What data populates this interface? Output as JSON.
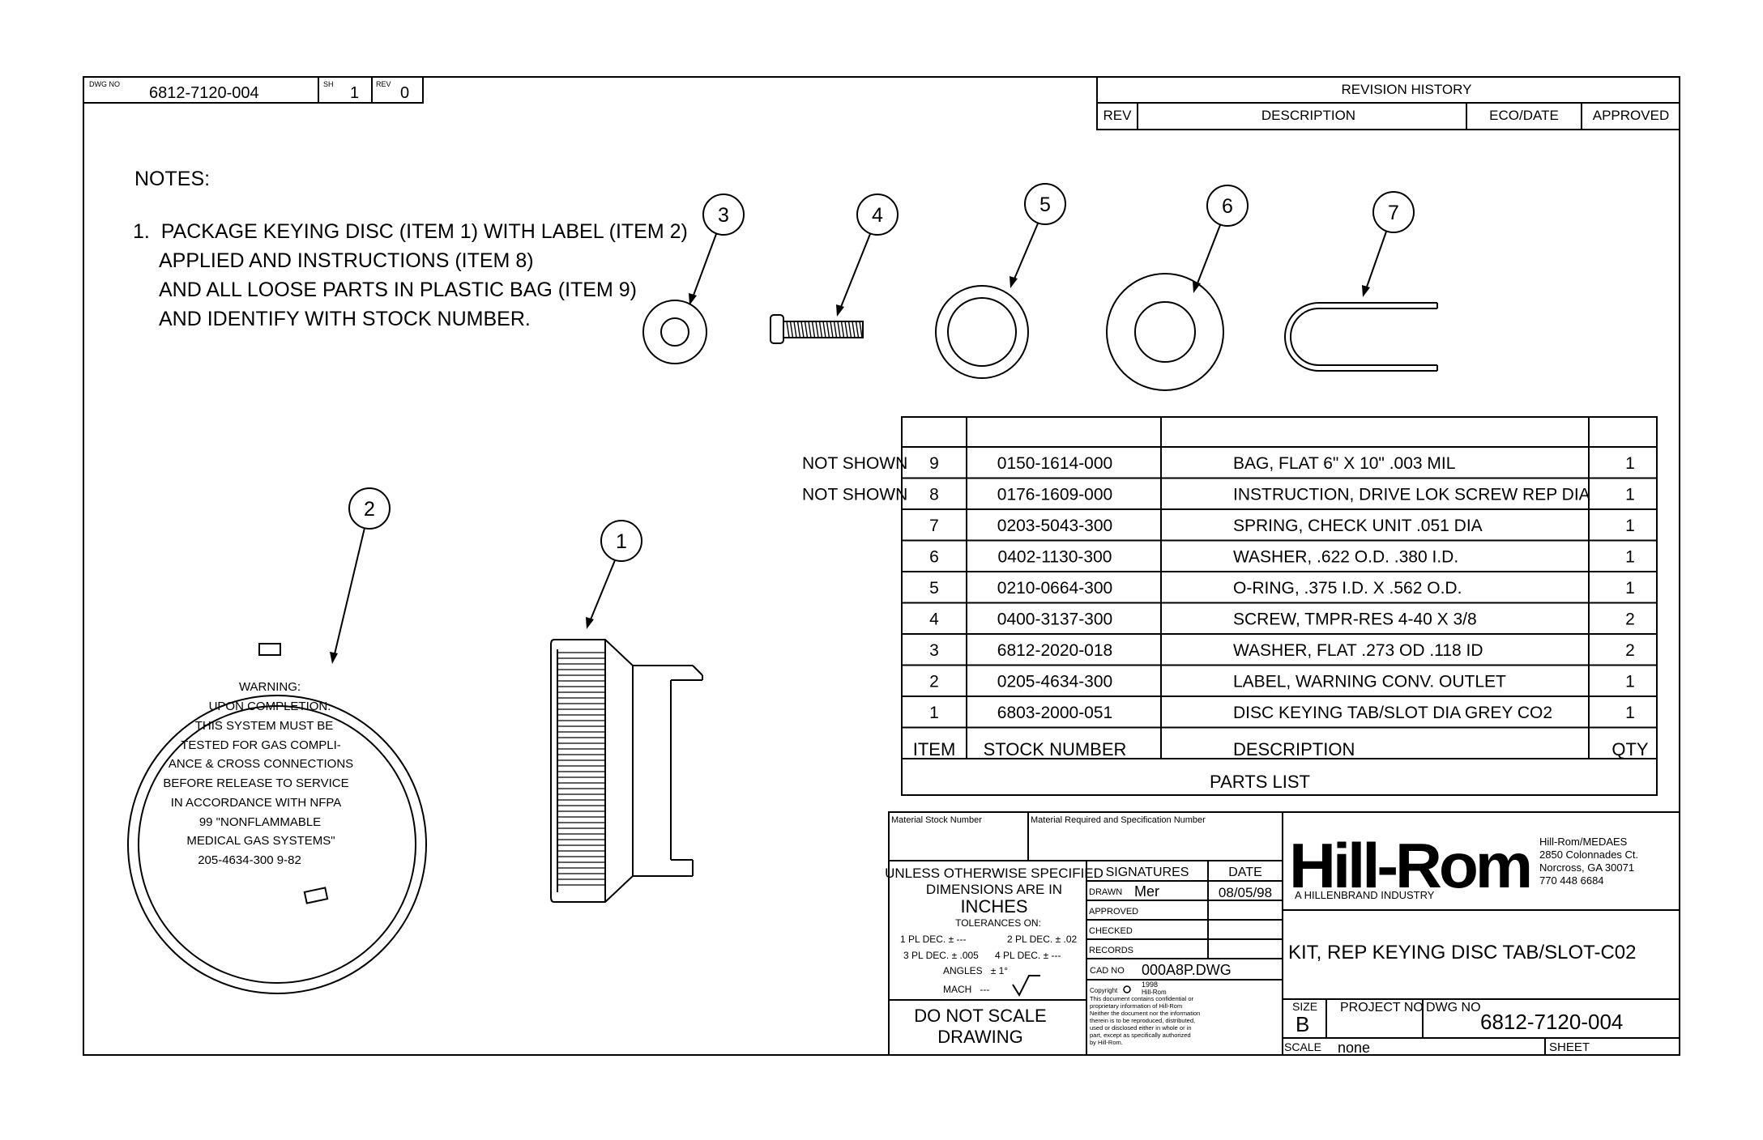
{
  "header": {
    "dwg_no_label": "DWG NO",
    "dwg_no": "6812-7120-004",
    "sheet_label": "SH",
    "sheet": "1",
    "rev_label": "REV",
    "rev": "0"
  },
  "revision_history": {
    "title": "REVISION HISTORY",
    "columns": [
      "REV",
      "DESCRIPTION",
      "ECO/DATE",
      "APPROVED"
    ]
  },
  "notes": {
    "title": "NOTES:",
    "lines": [
      "1.  PACKAGE KEYING DISC (ITEM 1) WITH LABEL (ITEM 2)",
      "APPLIED AND INSTRUCTIONS (ITEM 8)",
      "AND ALL LOOSE PARTS IN PLASTIC BAG (ITEM 9)",
      "AND IDENTIFY WITH STOCK NUMBER."
    ]
  },
  "balloons": [
    "1",
    "2",
    "3",
    "4",
    "5",
    "6",
    "7"
  ],
  "label_text": [
    "WARNING:",
    "UPON COMPLETION.",
    "THIS SYSTEM MUST BE",
    "TESTED FOR GAS COMPLI-",
    "ANCE & CROSS CONNECTIONS",
    "BEFORE RELEASE TO SERVICE",
    "IN ACCORDANCE WITH NFPA",
    "99 \"NONFLAMMABLE",
    "MEDICAL GAS SYSTEMS\"",
    "205-4634-300 9-82"
  ],
  "parts_list": {
    "title": "PARTS LIST",
    "headers": {
      "item": "ITEM",
      "stock": "STOCK NUMBER",
      "desc": "DESCRIPTION",
      "qty": "QTY"
    },
    "rows": [
      {
        "note": "NOT SHOWN",
        "item": "9",
        "stock": "0150-1614-000",
        "desc": "BAG, FLAT 6\" X 10\" .003 MIL",
        "qty": "1"
      },
      {
        "note": "NOT SHOWN",
        "item": "8",
        "stock": "0176-1609-000",
        "desc": "INSTRUCTION, DRIVE LOK SCREW REP DIA",
        "qty": "1"
      },
      {
        "note": "",
        "item": "7",
        "stock": "0203-5043-300",
        "desc": "SPRING, CHECK UNIT .051 DIA",
        "qty": "1"
      },
      {
        "note": "",
        "item": "6",
        "stock": "0402-1130-300",
        "desc": "WASHER, .622 O.D. .380 I.D.",
        "qty": "1"
      },
      {
        "note": "",
        "item": "5",
        "stock": "0210-0664-300",
        "desc": "O-RING, .375 I.D. X .562 O.D.",
        "qty": "1"
      },
      {
        "note": "",
        "item": "4",
        "stock": "0400-3137-300",
        "desc": "SCREW, TMPR-RES 4-40 X 3/8",
        "qty": "2"
      },
      {
        "note": "",
        "item": "3",
        "stock": "6812-2020-018",
        "desc": "WASHER, FLAT .273 OD .118 ID",
        "qty": "2"
      },
      {
        "note": "",
        "item": "2",
        "stock": "0205-4634-300",
        "desc": "LABEL, WARNING CONV. OUTLET",
        "qty": "1"
      },
      {
        "note": "",
        "item": "1",
        "stock": "6803-2000-051",
        "desc": "DISC KEYING TAB/SLOT DIA GREY CO2",
        "qty": "1"
      }
    ]
  },
  "title_block": {
    "material_stock_label": "Material Stock Number",
    "material_spec_label": "Material Required and Specification Number",
    "unless_1": "UNLESS OTHERWISE SPECIFIED",
    "unless_2": "DIMENSIONS ARE IN",
    "units": "INCHES",
    "tol_label": "TOLERANCES ON:",
    "tol_1pl": "1 PL DEC. ± ---",
    "tol_2pl": "2 PL DEC. ± .02",
    "tol_3pl": "3 PL DEC. ± .005",
    "tol_4pl": "4 PL DEC. ± ---",
    "angles": "ANGLES   ± 1°",
    "mach": "MACH   ---",
    "do_not_scale_1": "DO NOT SCALE",
    "do_not_scale_2": "DRAWING",
    "signatures_label": "SIGNATURES",
    "date_label": "DATE",
    "drawn_label": "DRAWN",
    "drawn_by": "Mer",
    "drawn_date": "08/05/98",
    "approved_label": "APPROVED",
    "checked_label": "CHECKED",
    "records_label": "RECORDS",
    "cad_no_label": "CAD NO",
    "cad_no": "000A8P.DWG",
    "copyright_label": "Copyright",
    "copyright_year": "1998",
    "copyright_holder": "Hill-Rom",
    "copyright_text": [
      "This document contains confidential or",
      "proprietary information of Hill-Rom",
      "Neither the document nor the information",
      "therein is to be reproduced, distributed,",
      "used or disclosed either in whole or in",
      "part, except as specifically authorized",
      "by Hill-Rom."
    ],
    "logo": "Hill-Rom",
    "logo_tagline": "A HILLENBRAND INDUSTRY",
    "address": [
      "Hill-Rom/MEDAES",
      "2850 Colonnades Ct.",
      "Norcross, GA 30071",
      "770 448 6684"
    ],
    "title": "KIT, REP KEYING DISC TAB/SLOT-C02",
    "size_label": "SIZE",
    "size": "B",
    "project_no_label": "PROJECT NO",
    "dwg_no_label": "DWG NO",
    "dwg_no": "6812-7120-004",
    "scale_label": "SCALE",
    "scale": "none",
    "sheet_label": "SHEET"
  }
}
